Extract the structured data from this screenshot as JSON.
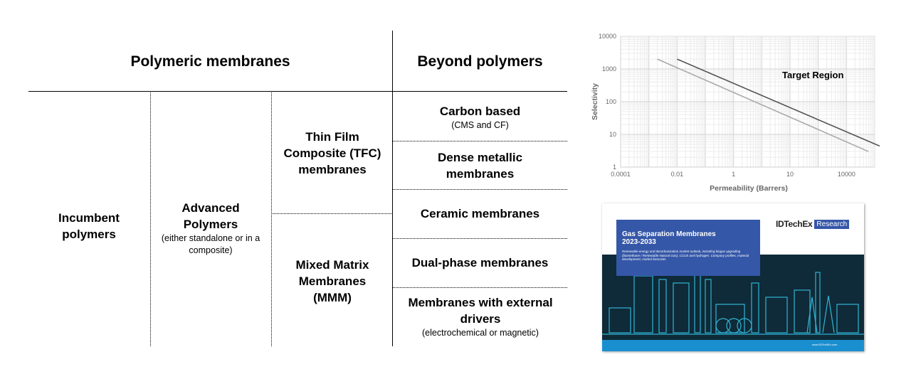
{
  "headers": {
    "polymeric": "Polymeric membranes",
    "beyond": "Beyond polymers"
  },
  "columns": {
    "incumbent": "Incumbent polymers",
    "advanced": "Advanced Polymers",
    "advanced_note": "(either standalone or in a composite)",
    "tfc": "Thin Film Composite (TFC) membranes",
    "mmm": "Mixed Matrix Membranes (MMM)"
  },
  "beyond_items": [
    {
      "label": "Carbon based",
      "note": "(CMS and CF)"
    },
    {
      "label": "Dense metallic membranes",
      "note": ""
    },
    {
      "label": "Ceramic membranes",
      "note": ""
    },
    {
      "label": "Dual-phase membranes",
      "note": ""
    },
    {
      "label": "Membranes with external drivers",
      "note": "(electrochemical or magnetic)"
    }
  ],
  "chart_data": {
    "type": "line",
    "xlabel": "Permeability (Barrers)",
    "ylabel": "Selectivity",
    "x_scale": "log",
    "y_scale": "log",
    "xlim": [
      0.0001,
      100000
    ],
    "ylim": [
      1,
      10000
    ],
    "x_tick_labels": [
      "0.0001",
      "0.01",
      "1",
      "10",
      "10000"
    ],
    "y_tick_labels": [
      "1",
      "10",
      "100",
      "1000",
      "10000"
    ],
    "grid": true,
    "annotation": "Target Region",
    "series": [
      {
        "color": "#555555",
        "x": [
          0.01,
          150000
        ],
        "y": [
          2000,
          4.4
        ]
      },
      {
        "color": "#aaaaaa",
        "x": [
          0.002,
          60000
        ],
        "y": [
          2000,
          3
        ]
      }
    ]
  },
  "cover": {
    "title": "Gas Separation Membranes",
    "years": "2023-2033",
    "description": "Renewable energy and decarbonization market outlook, including biogas upgrading (biomethane / Renewable Natural Gas), CCUS and hydrogen. Company profiles, material development, market forecasts",
    "brand": "IDTechEx",
    "brand_tag": "Research",
    "url": "www.IDTechEx.com"
  }
}
